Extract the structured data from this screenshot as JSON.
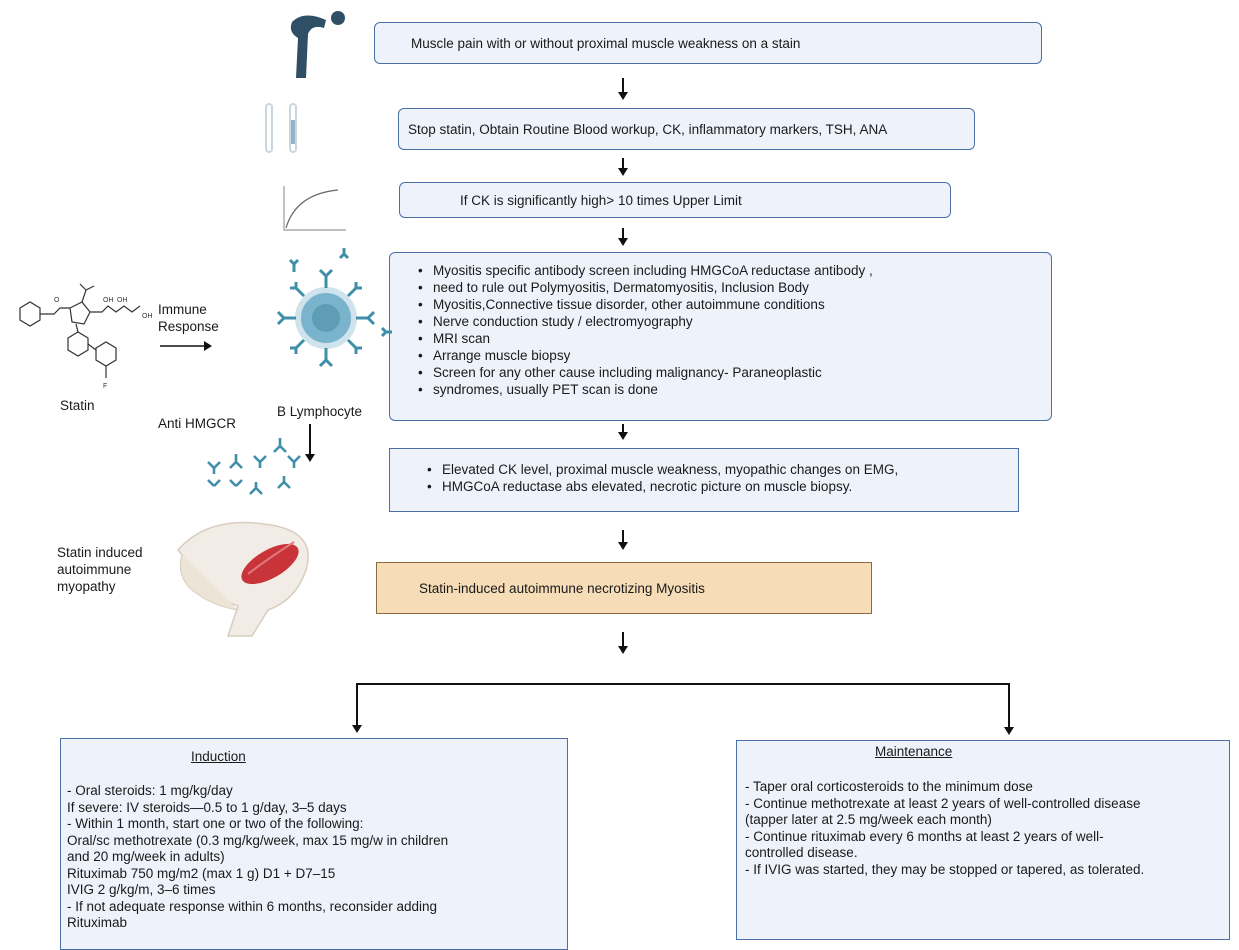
{
  "flow": {
    "step1": "Muscle pain with or without proximal muscle weakness on a stain",
    "step2": "Stop statin, Obtain Routine Blood workup, CK, inflammatory markers, TSH, ANA",
    "step3": "If CK is significantly high> 10 times Upper Limit",
    "step4_items": [
      "Myositis specific antibody screen including HMGCoA reductase antibody ,",
      "need to rule out Polymyositis, Dermatomyositis, Inclusion Body",
      "Myositis,Connective tissue disorder, other autoimmune conditions",
      "Nerve conduction study / electromyography",
      " MRI scan",
      "Arrange muscle biopsy",
      "Screen for any other cause including malignancy- Paraneoplastic",
      "syndromes, usually PET scan is done"
    ],
    "step5_lines": [
      "Elevated CK level, proximal muscle weakness, myopathic changes on EMG,",
      "HMGCoA reductase abs elevated, necrotic picture on muscle biopsy."
    ],
    "diagnosis": "Statin-induced autoimmune necrotizing Myositis"
  },
  "side_labels": {
    "immune_response_1": "Immune",
    "immune_response_2": "Response",
    "statin": "Statin",
    "anti_hmgcr": "Anti HMGCR",
    "b_lymphocyte": "B Lymphocyte",
    "myopathy_1": "Statin induced",
    "myopathy_2": "autoimmune",
    "myopathy_3": "myopathy",
    "molecule_oh": "OH",
    "molecule_oh2": "OH",
    "molecule_oh3": "OH",
    "molecule_o": "O",
    "molecule_f": "F"
  },
  "induction": {
    "title": "Induction",
    "lines": [
      "- Oral steroids: 1 mg/kg/day",
      "If severe: IV steroids—0.5 to 1 g/day, 3–5 days",
      "- Within 1 month, start one or two of the following:",
      "Oral/sc methotrexate (0.3 mg/kg/week, max 15 mg/w in children",
      "and 20 mg/week in adults)",
      "Rituximab 750 mg/m2 (max 1 g) D1 + D7–15",
      "IVIG 2 g/kg/m, 3–6 times",
      "- If not adequate response within 6 months, reconsider adding",
      "Rituximab"
    ]
  },
  "maintenance": {
    "title": "Maintenance",
    "lines": [
      "- Taper oral corticosteroids to the minimum dose",
      "- Continue methotrexate at least 2 years of well-controlled disease",
      "(tapper later at 2.5 mg/week each month)",
      "- Continue rituximab every 6 months at least 2 years of well-",
      "controlled disease.",
      "- If IVIG was started, they may be stopped or tapered, as tolerated."
    ]
  },
  "colors": {
    "box_fill": "#eef3fb",
    "box_border": "#4a6fa5",
    "diagnosis_fill": "#f6dcb7",
    "diagnosis_border": "#8a6a3f",
    "antibody": "#3f8fa8",
    "muscle": "#c8343a"
  }
}
